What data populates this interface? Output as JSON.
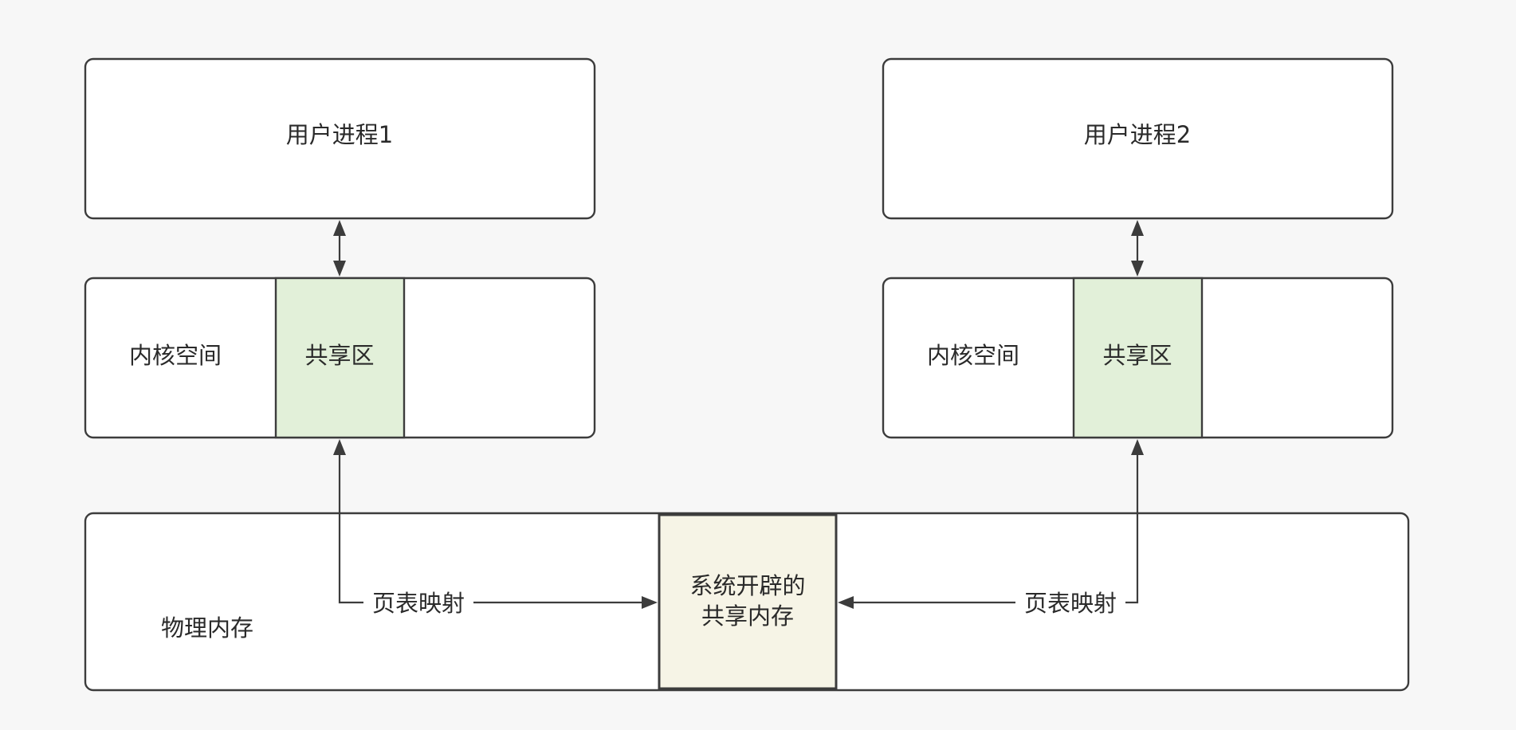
{
  "nodes": {
    "user_process_1": "用户进程1",
    "user_process_2": "用户进程2",
    "kernel_space_1": "内核空间",
    "kernel_space_2": "内核空间",
    "shared_area_1": "共享区",
    "shared_area_2": "共享区",
    "physical_memory": "物理内存",
    "shared_memory_line1": "系统开辟的",
    "shared_memory_line2": "共享内存"
  },
  "edges": {
    "page_mapping_1": "页表映射",
    "page_mapping_2": "页表映射"
  },
  "colors": {
    "shared_area_fill": "#e2f0d9",
    "shared_memory_fill": "#f6f4e6",
    "background": "#f7f7f7"
  }
}
